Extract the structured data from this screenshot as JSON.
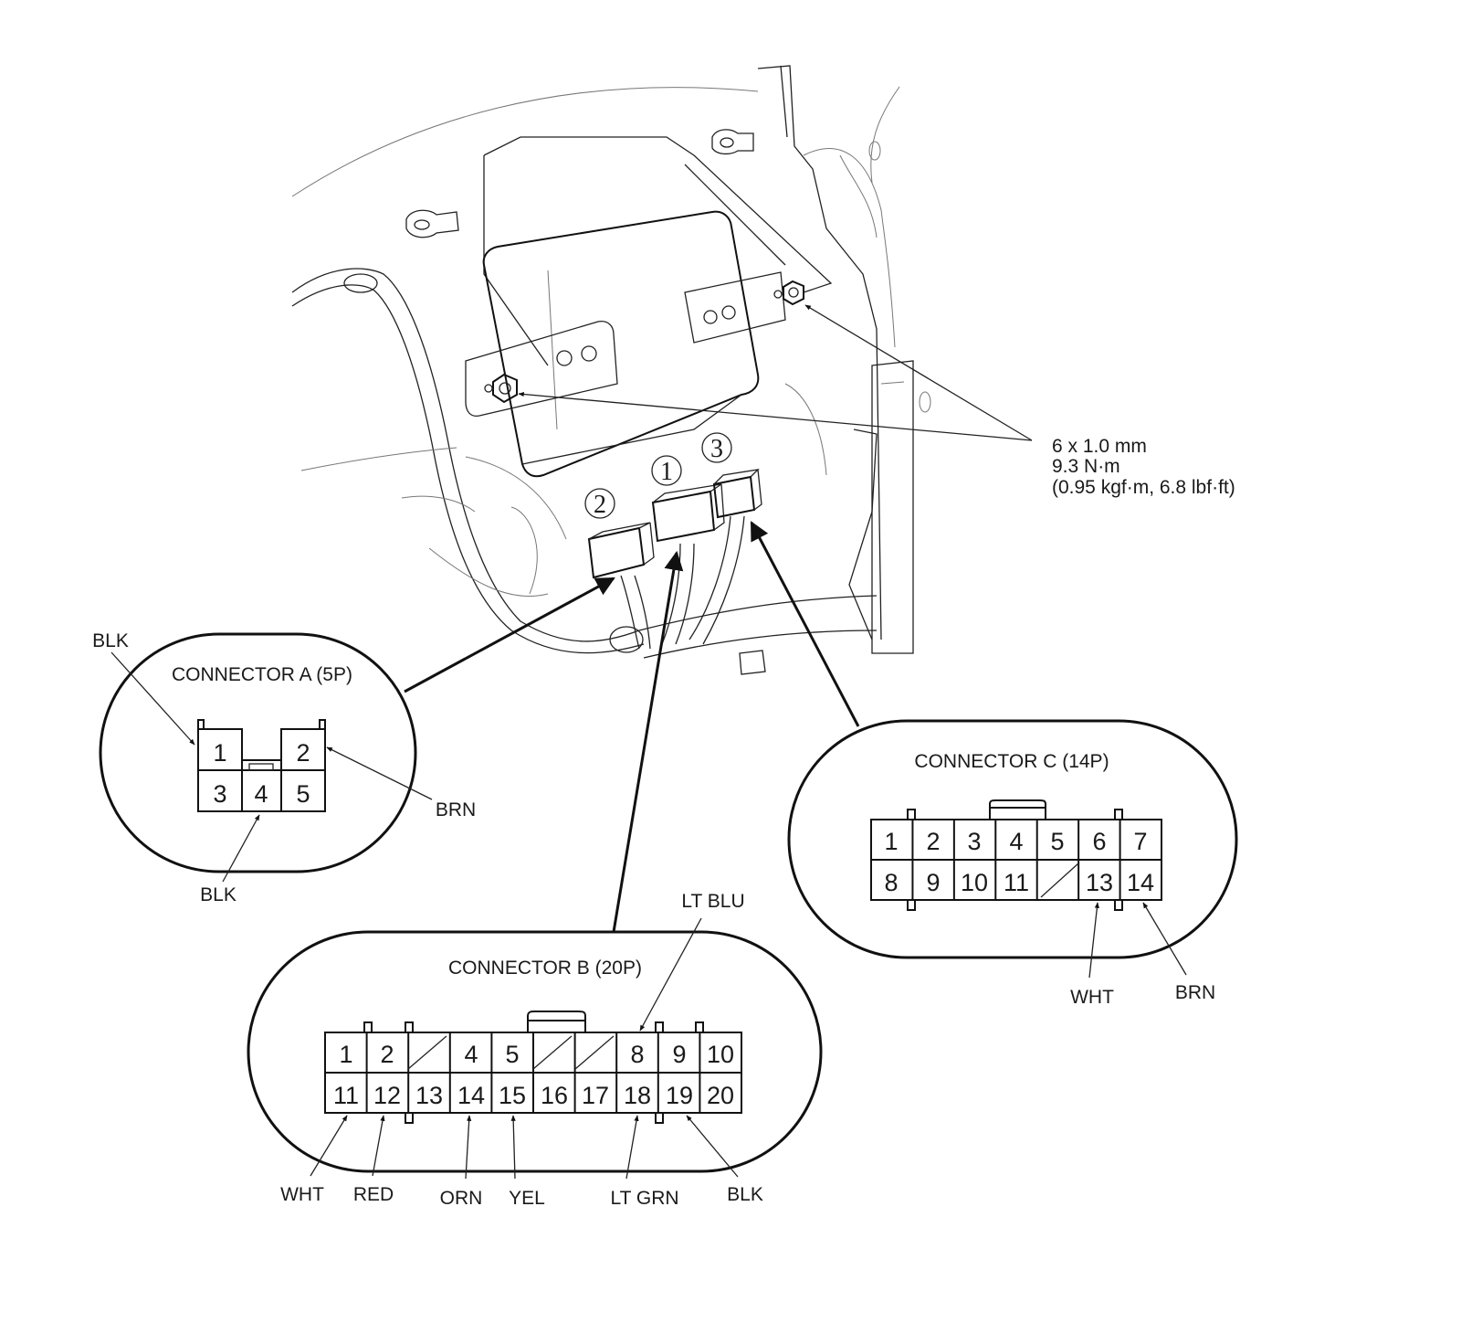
{
  "callouts": {
    "c1": "1",
    "c2": "2",
    "c3": "3"
  },
  "bolt_spec": {
    "line1": "6 x 1.0 mm",
    "line2": "9.3 N·m",
    "line3": "(0.95 kgf·m, 6.8 lbf·ft)"
  },
  "connector_a": {
    "title": "CONNECTOR A (5P)",
    "top_pins": [
      "1",
      "2"
    ],
    "bottom_pins": [
      "3",
      "4",
      "5"
    ],
    "wires": {
      "pin1": "BLK",
      "pin2": "BRN",
      "pin4": "BLK"
    }
  },
  "connector_b": {
    "title": "CONNECTOR B (20P)",
    "top_pins": [
      "1",
      "2",
      "",
      "4",
      "5",
      "",
      "",
      "8",
      "9",
      "10"
    ],
    "bottom_pins": [
      "11",
      "12",
      "13",
      "14",
      "15",
      "16",
      "17",
      "18",
      "19",
      "20"
    ],
    "wires": {
      "pin8": "LT BLU",
      "pin11": "WHT",
      "pin12": "RED",
      "pin14": "ORN",
      "pin15": "YEL",
      "pin18": "LT GRN",
      "pin19": "BLK"
    }
  },
  "connector_c": {
    "title": "CONNECTOR C (14P)",
    "top_pins": [
      "1",
      "2",
      "3",
      "4",
      "5",
      "6",
      "7"
    ],
    "bottom_pins": [
      "8",
      "9",
      "10",
      "11",
      "",
      "13",
      "14"
    ],
    "wires": {
      "pin13": "WHT",
      "pin14": "BRN"
    }
  }
}
